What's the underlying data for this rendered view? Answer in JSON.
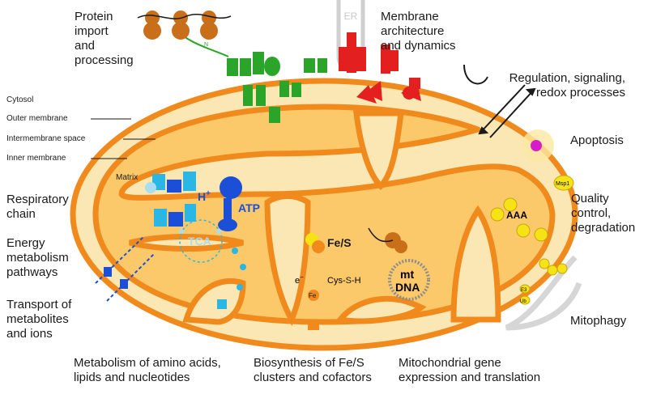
{
  "labels": {
    "protein_import": "Protein\nimport\nand\nprocessing",
    "membrane_architecture": "Membrane\narchitecture\nand dynamics",
    "regulation": "Regulation, signaling,\nredox processes",
    "apoptosis": "Apoptosis",
    "quality_control": "Quality\ncontrol,\ndegradation",
    "mitophagy": "Mitophagy",
    "respiratory_chain": "Respiratory\nchain",
    "energy_metabolism": "Energy\nmetabolism\npathways",
    "transport": "Transport of\nmetabolites\nand ions",
    "metabolism_amino": "Metabolism of amino acids,\nlipids and nucleotides",
    "biosynthesis_fes": "Biosynthesis of Fe/S\nclusters and cofactors",
    "gene_expression": "Mitochondrial gene\nexpression and translation"
  },
  "compartments": {
    "cytosol": "Cytosol",
    "outer_membrane": "Outer membrane",
    "intermembrane_space": "Intermembrane space",
    "inner_membrane": "Inner membrane",
    "matrix": "Matrix"
  },
  "molecules": {
    "er": "ER",
    "h_plus": "H",
    "h_plus_sup": "+",
    "atp": "ATP",
    "tca": "TCA",
    "fes": "Fe/S",
    "electron": "e",
    "electron_sup": "−",
    "cys_prefix": "Cys-",
    "cys_s": "S",
    "cys_suffix": "-H",
    "fe": "Fe",
    "mt": "mt",
    "dna": "DNA",
    "aaa": "AAA",
    "msp1": "Msp1",
    "e3": "E3",
    "ub": "Ub",
    "n_terminus": "N"
  },
  "colors": {
    "outer_fill": "#fbe7b3",
    "membrane": "#f08a1c",
    "inner_fill": "#fcc96a",
    "green": "#2aa52a",
    "red": "#e31f1f",
    "blue": "#1c4fd8",
    "cyan": "#2ab7e6",
    "yellow": "#f6e316",
    "brown": "#c96f1a",
    "mitophagy_grey": "#d6d6d6"
  }
}
